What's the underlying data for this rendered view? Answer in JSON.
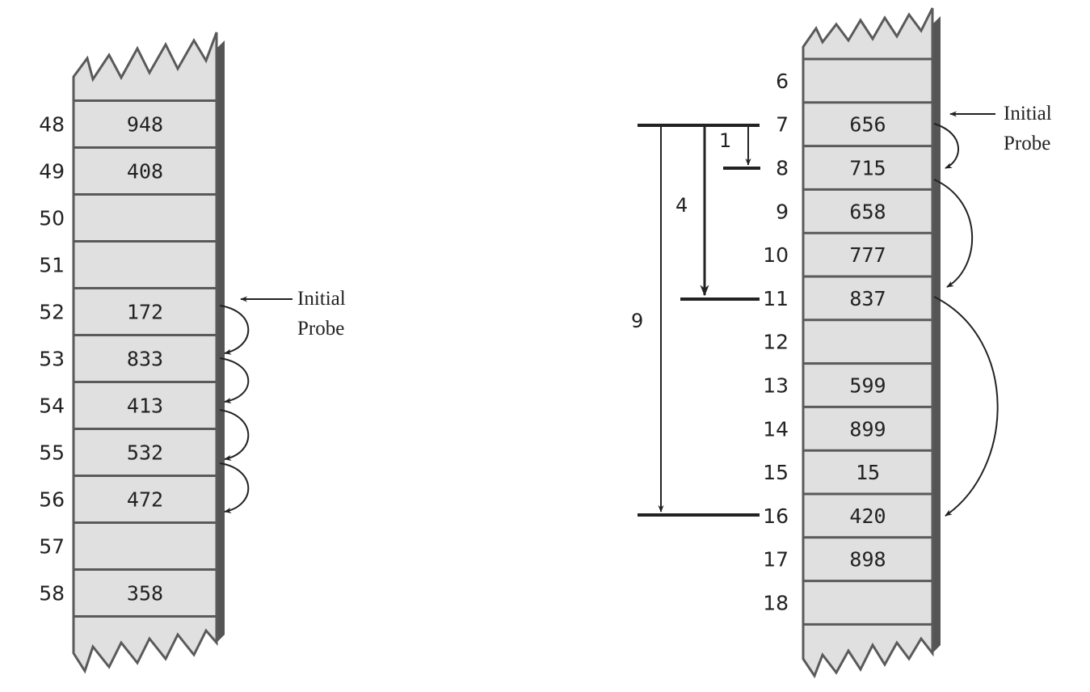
{
  "colors": {
    "cell_fill": "#e0e0e0",
    "cell_border": "#5a5a5a",
    "shadow": "#555555",
    "ink": "#222222"
  },
  "left_table": {
    "rows": [
      {
        "index": "48",
        "value": "948"
      },
      {
        "index": "49",
        "value": "408"
      },
      {
        "index": "50",
        "value": ""
      },
      {
        "index": "51",
        "value": ""
      },
      {
        "index": "52",
        "value": "172"
      },
      {
        "index": "53",
        "value": "833"
      },
      {
        "index": "54",
        "value": "413"
      },
      {
        "index": "55",
        "value": "532"
      },
      {
        "index": "56",
        "value": "472"
      },
      {
        "index": "57",
        "value": ""
      },
      {
        "index": "58",
        "value": "358"
      }
    ],
    "probe_label": [
      "Initial",
      "Probe"
    ]
  },
  "right_table": {
    "rows": [
      {
        "index": "6",
        "value": ""
      },
      {
        "index": "7",
        "value": "656"
      },
      {
        "index": "8",
        "value": "715"
      },
      {
        "index": "9",
        "value": "658"
      },
      {
        "index": "10",
        "value": "777"
      },
      {
        "index": "11",
        "value": "837"
      },
      {
        "index": "12",
        "value": ""
      },
      {
        "index": "13",
        "value": "599"
      },
      {
        "index": "14",
        "value": "899"
      },
      {
        "index": "15",
        "value": "15"
      },
      {
        "index": "16",
        "value": "420"
      },
      {
        "index": "17",
        "value": "898"
      },
      {
        "index": "18",
        "value": ""
      }
    ],
    "probe_label": [
      "Initial",
      "Probe"
    ],
    "step_labels": [
      "1",
      "4",
      "9"
    ]
  }
}
